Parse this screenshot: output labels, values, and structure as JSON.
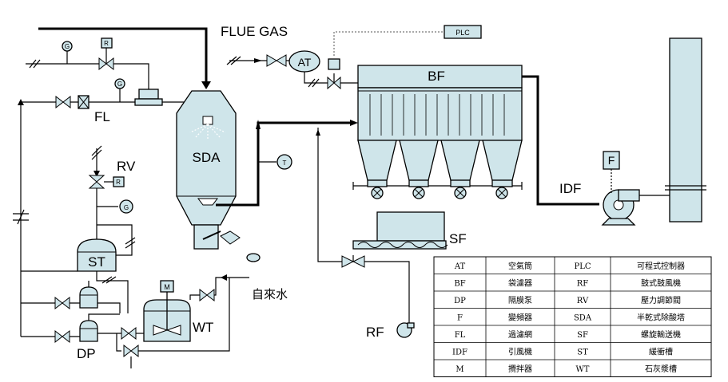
{
  "labels": {
    "flue_gas": "FLUE GAS",
    "plc": "PLC",
    "at": "AT",
    "bf": "BF",
    "sda": "SDA",
    "fl": "FL",
    "rv": "RV",
    "st": "ST",
    "dp": "DP",
    "wt": "WT",
    "m": "M",
    "sf": "SF",
    "rf": "RF",
    "idf": "IDF",
    "f": "F",
    "t": "T",
    "g": "G",
    "r": "R",
    "water": "自來水"
  },
  "legend": {
    "rows": [
      [
        "AT",
        "空氣筒",
        "PLC",
        "可程式控制器"
      ],
      [
        "BF",
        "袋濾器",
        "RF",
        "鼓式鼓風機"
      ],
      [
        "DP",
        "隔膜泵",
        "RV",
        "壓力調節閥"
      ],
      [
        "F",
        "變頻器",
        "SDA",
        "半乾式除酸塔"
      ],
      [
        "FL",
        "過濾網",
        "SF",
        "螺旋輸送機"
      ],
      [
        "IDF",
        "引風機",
        "ST",
        "緩衝槽"
      ],
      [
        "M",
        "攪拌器",
        "WT",
        "石灰漿槽"
      ]
    ]
  }
}
